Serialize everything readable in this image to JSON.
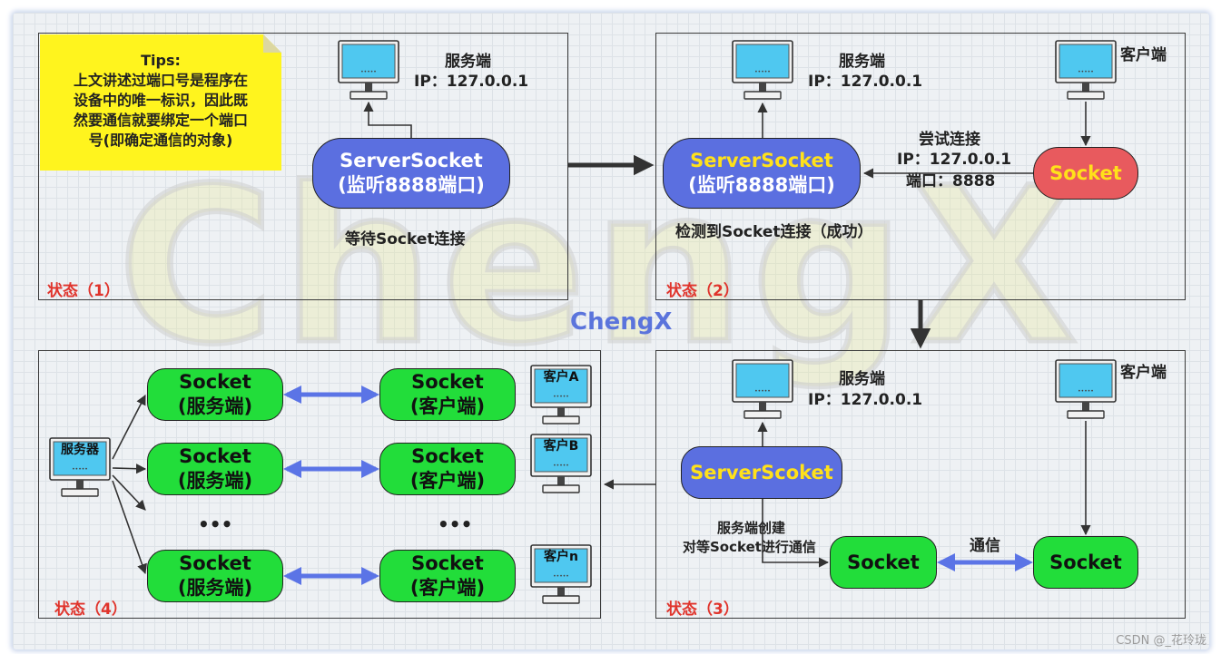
{
  "watermark_text": "ChengX",
  "center_title": "ChengX",
  "footer": "CSDN @_花玲珑",
  "colors": {
    "blue_socket": "#5b6fe0",
    "red_socket": "#e85a5e",
    "green_socket": "#22dd3a",
    "state_label": "#e0342c",
    "tips_background": "#fff41e",
    "title_blue": "#5b74dc"
  },
  "tips": {
    "title": "Tips:",
    "lines": [
      "上文讲述过端口号是程序在",
      "设备中的唯一标识，因此既",
      "然要通信就要绑定一个端口",
      "号(即确定通信的对象)"
    ]
  },
  "panel1": {
    "state": "状态（1）",
    "server_label": "服务端",
    "server_ip": "IP：127.0.0.1",
    "server_socket": "ServerSocket",
    "listen": "(监听8888端口)",
    "waiting": "等待Socket连接"
  },
  "panel2": {
    "state": "状态（2）",
    "server_label": "服务端",
    "server_ip": "IP：127.0.0.1",
    "client_label": "客户端",
    "server_socket": "ServerSocket",
    "listen": "(监听8888端口)",
    "client_socket": "Socket",
    "attempt": [
      "尝试连接",
      "IP：127.0.0.1",
      "端口：8888"
    ],
    "detected": "检测到Socket连接（成功）"
  },
  "panel3": {
    "state": "状态（3）",
    "server_label": "服务端",
    "server_ip": "IP：127.0.0.1",
    "client_label": "客户端",
    "server_socket": "ServerScoket",
    "create_note": [
      "服务端创建",
      "对等Socket进行通信"
    ],
    "server_peer_socket": "Socket",
    "client_socket": "Socket",
    "comm": "通信"
  },
  "panel4": {
    "state": "状态（4）",
    "server_monitor_label": "服务器",
    "ellipsis": "•••",
    "rows": [
      {
        "server_socket": "Socket",
        "server_role": "(服务端)",
        "client_socket": "Socket",
        "client_role": "(客户端)",
        "client_label": "客户A"
      },
      {
        "server_socket": "Socket",
        "server_role": "(服务端)",
        "client_socket": "Socket",
        "client_role": "(客户端)",
        "client_label": "客户B"
      },
      {
        "server_socket": "Socket",
        "server_role": "(服务端)",
        "client_socket": "Socket",
        "client_role": "(客户端)",
        "client_label": "客户n"
      }
    ]
  }
}
